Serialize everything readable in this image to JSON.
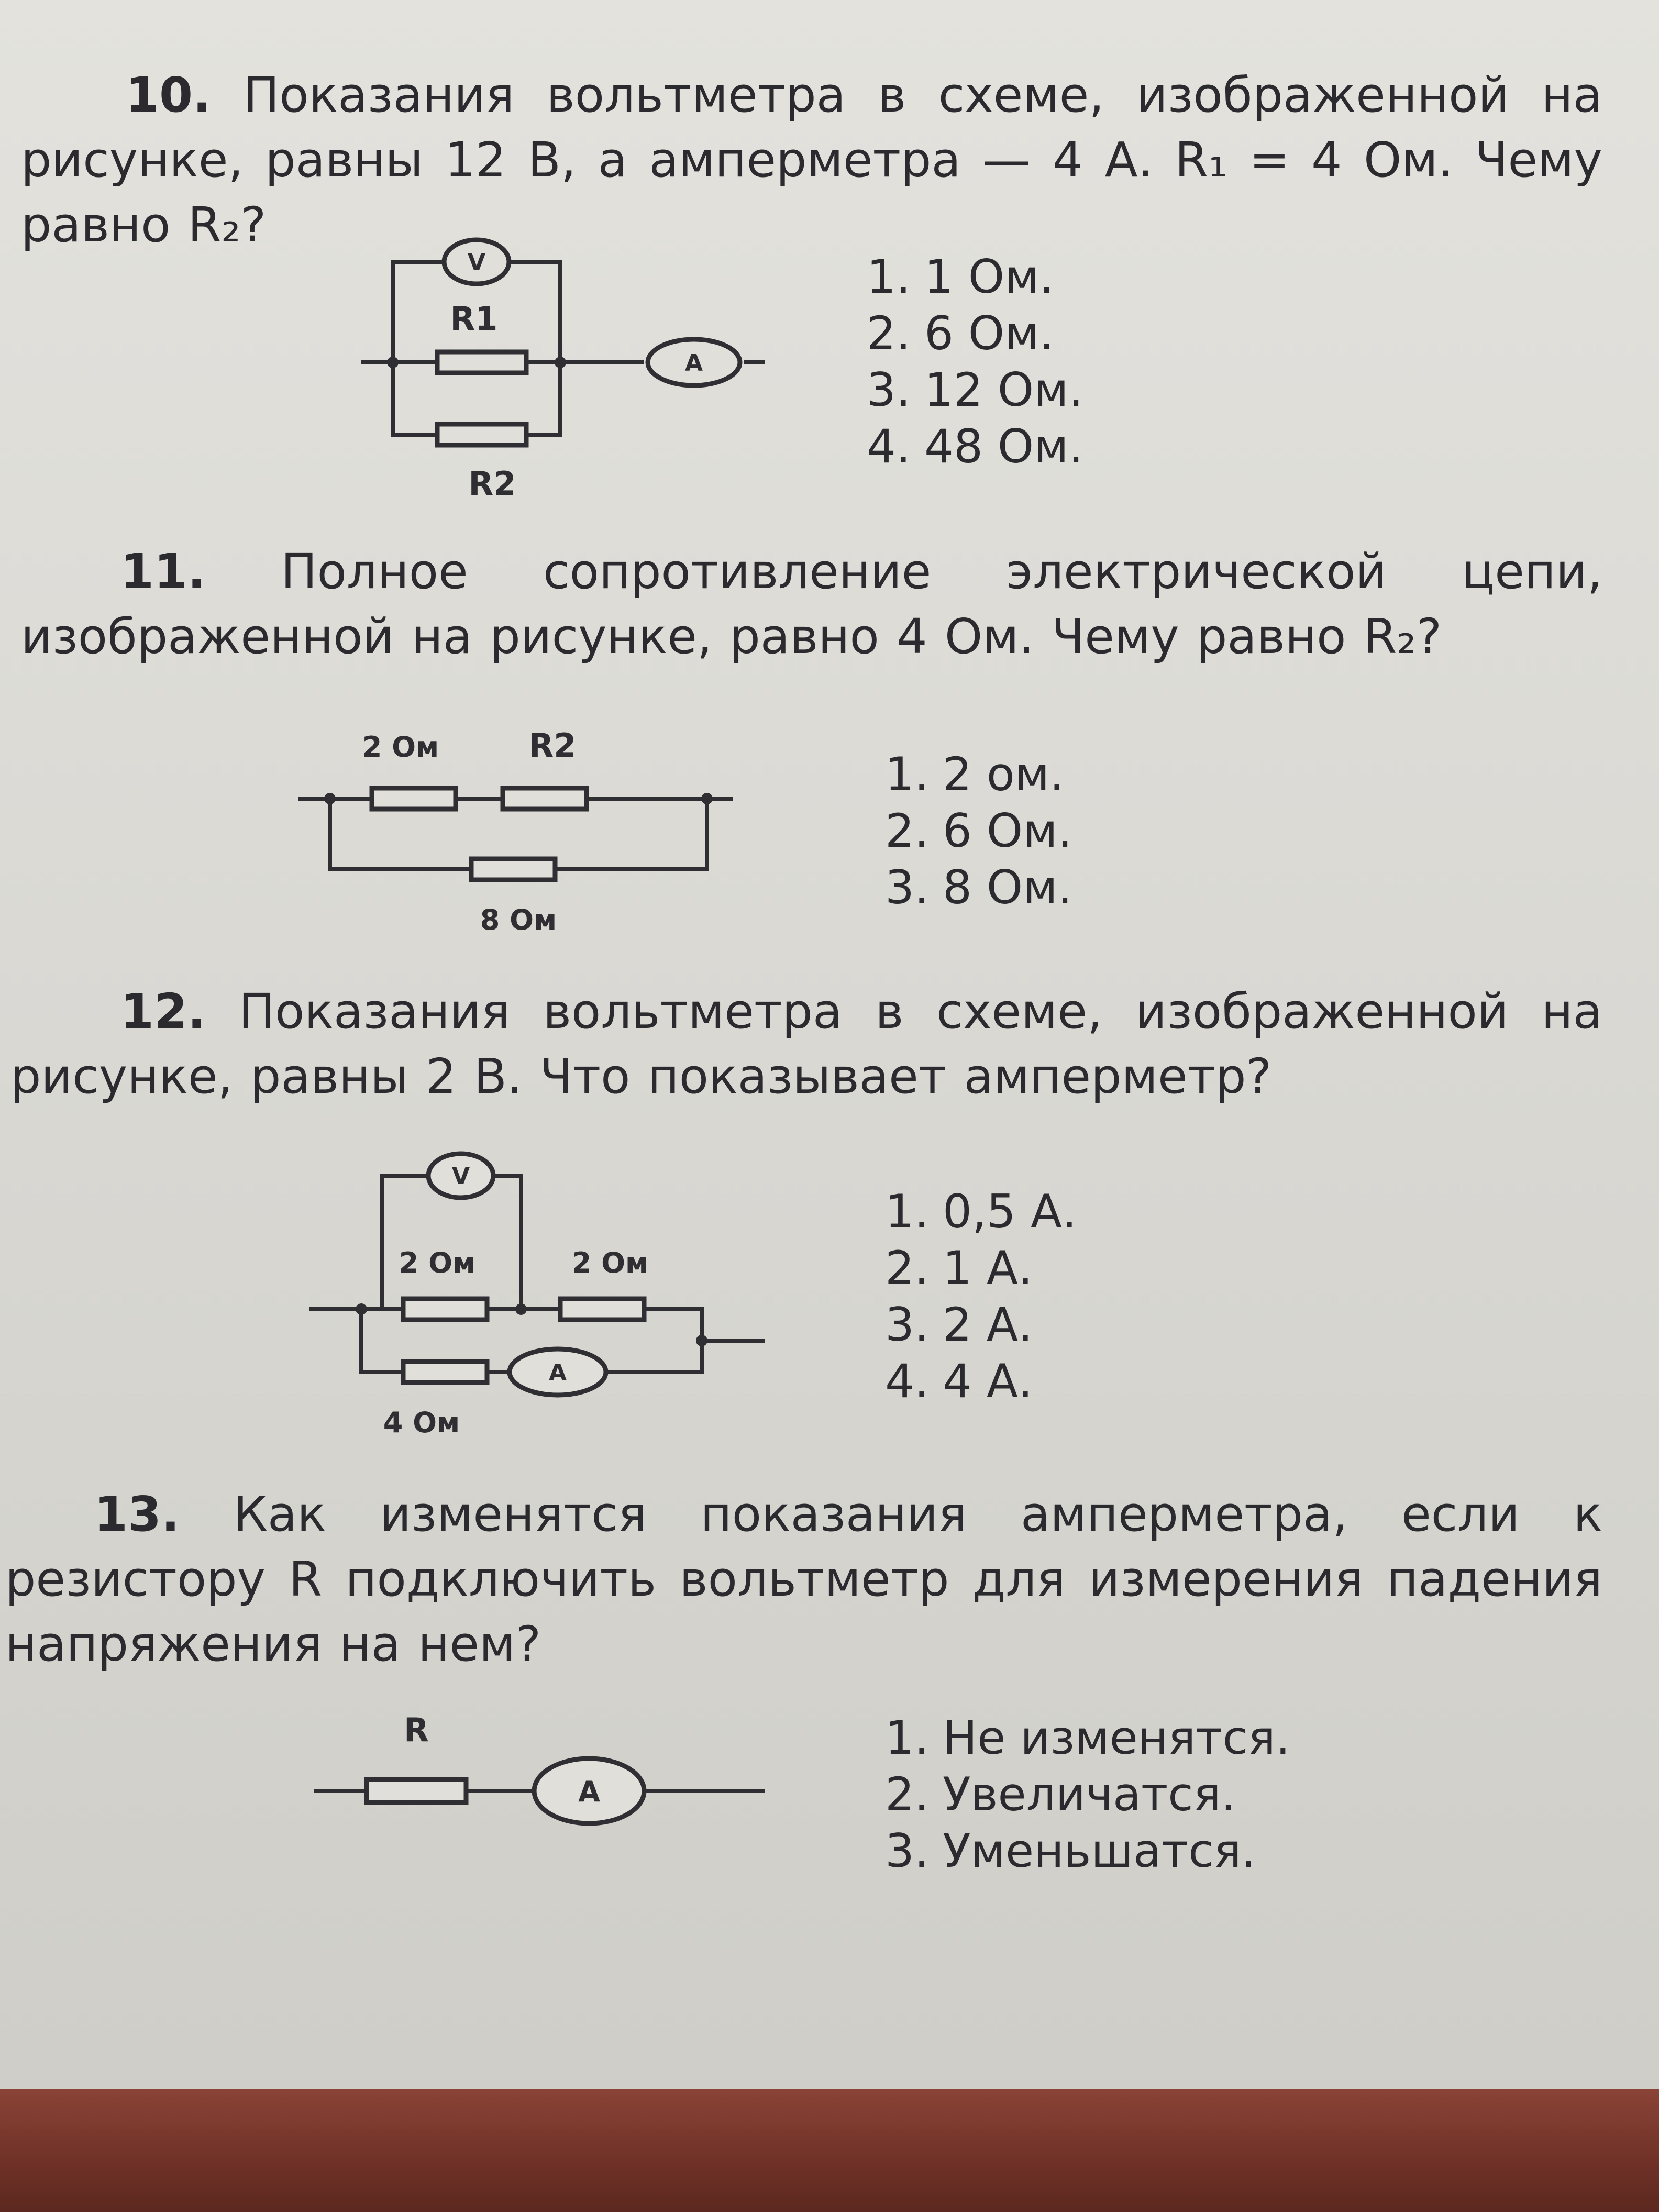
{
  "questions": [
    {
      "number": "10.",
      "text": "Показания вольтметра в схеме, изображенной на рисунке, равны 12 В, а амперметра — 4 А. R₁ = 4 Ом. Чему равно R₂?",
      "options": [
        {
          "num": "1.",
          "text": "1 Ом."
        },
        {
          "num": "2.",
          "text": "6 Ом."
        },
        {
          "num": "3.",
          "text": "12 Ом."
        },
        {
          "num": "4.",
          "text": "48 Ом."
        }
      ],
      "circuit": {
        "labels": [
          "R1",
          "R2"
        ],
        "meters": [
          "V",
          "A"
        ]
      }
    },
    {
      "number": "11.",
      "text": "Полное сопротивление электрической цепи, изображенной на рисунке, равно 4 Ом. Чему равно R₂?",
      "options": [
        {
          "num": "1.",
          "text": "2 ом."
        },
        {
          "num": "2.",
          "text": "6 Ом."
        },
        {
          "num": "3.",
          "text": "8 Ом."
        }
      ],
      "circuit": {
        "labels": [
          "2 Ом",
          "R2",
          "8 Ом"
        ]
      }
    },
    {
      "number": "12.",
      "text": "Показания вольтметра в схеме, изображенной на рисунке, равны 2 В. Что показывает амперметр?",
      "options": [
        {
          "num": "1.",
          "text": "0,5 А."
        },
        {
          "num": "2.",
          "text": "1 А."
        },
        {
          "num": "3.",
          "text": "2 А."
        },
        {
          "num": "4.",
          "text": "4 А."
        }
      ],
      "circuit": {
        "labels": [
          "2 Ом",
          "2 Ом",
          "4 Ом"
        ],
        "meters": [
          "V",
          "A"
        ]
      }
    },
    {
      "number": "13.",
      "text": "Как изменятся показания амперметра, если к резистору R подключить вольтметр для измерения падения напряжения на нем?",
      "options": [
        {
          "num": "1.",
          "text": "Не изменятся."
        },
        {
          "num": "2.",
          "text": "Увеличатся."
        },
        {
          "num": "3.",
          "text": "Уменьшатся."
        }
      ],
      "circuit": {
        "labels": [
          "R"
        ],
        "meters": [
          "A"
        ]
      }
    }
  ]
}
